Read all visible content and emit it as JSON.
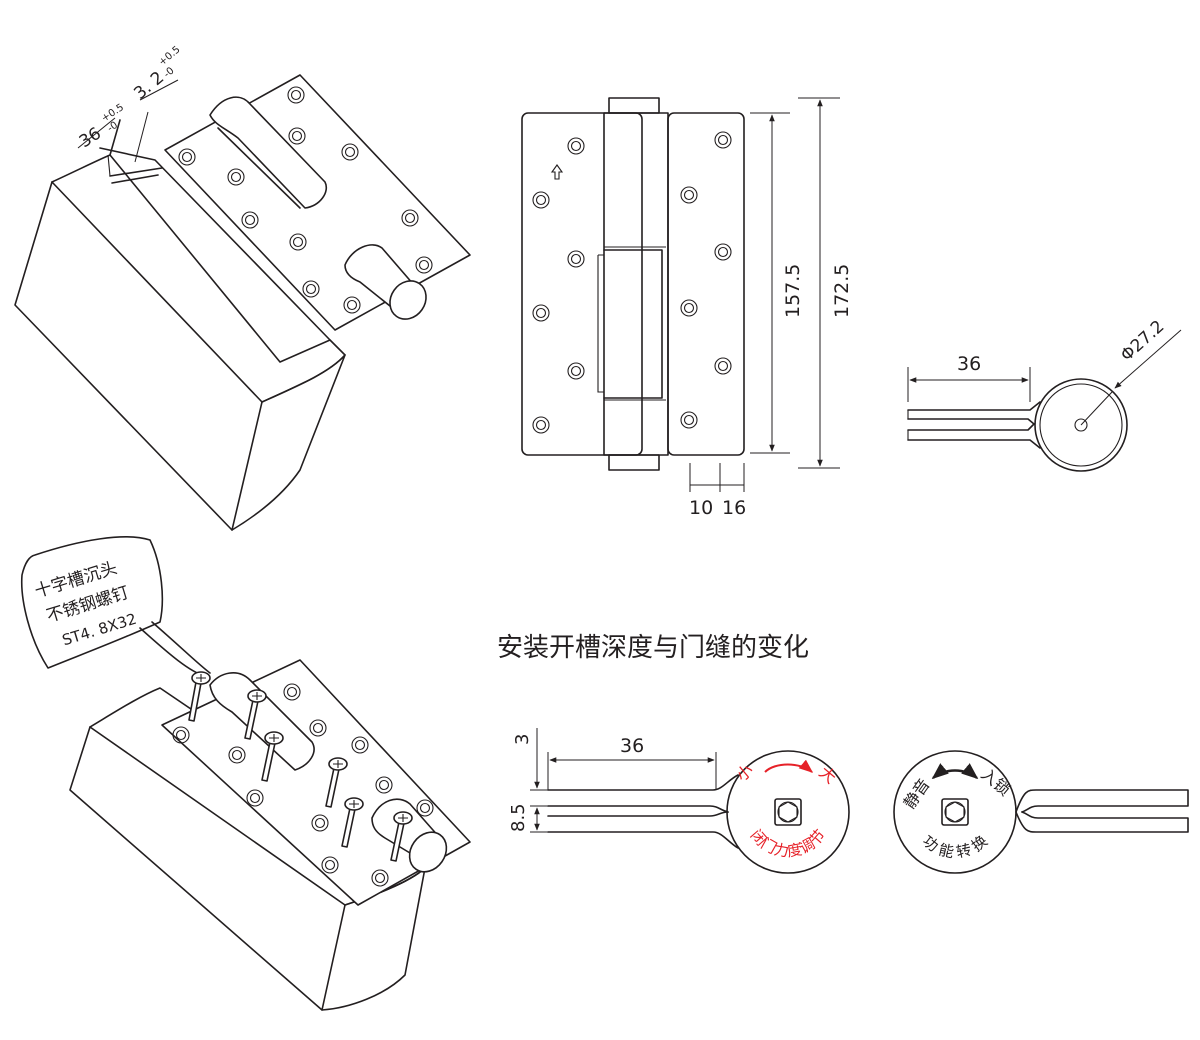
{
  "top_left": {
    "dim_width": "36",
    "dim_width_tol_upper": "+0.5",
    "dim_width_tol_lower": "-0",
    "dim_depth": "3. 2",
    "dim_depth_tol_upper": "+0.5",
    "dim_depth_tol_lower": "-0"
  },
  "front_view": {
    "dim_height_inner": "157.5",
    "dim_height_outer": "172.5",
    "dim_a": "10",
    "dim_b": "16"
  },
  "side_view": {
    "dim_width": "36",
    "dim_diameter": "Φ27.2"
  },
  "screw_callout": {
    "line1": "十字槽沉头",
    "line2": "不锈钢螺钉",
    "line3": "ST4. 8X32"
  },
  "section_title": "安装开槽深度与门缝的变化",
  "bottom_left": {
    "dim_depth": "3",
    "dim_width": "36",
    "dim_gap": "8.5",
    "dial_small": "小",
    "dial_large": "大",
    "dial_caption": "闭门力度调节",
    "accent_color": "#e62128"
  },
  "bottom_right": {
    "mode_quiet": "静音",
    "mode_lock": "入锁",
    "caption": "功 能 转 换"
  }
}
